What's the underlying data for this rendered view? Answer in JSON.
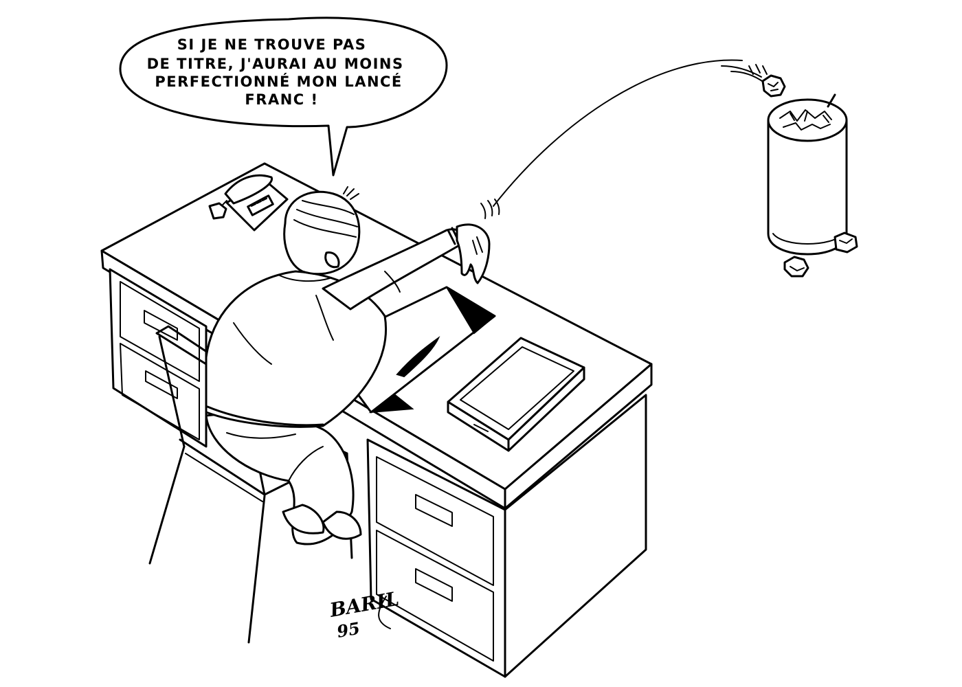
{
  "speech_bubble": {
    "lines": [
      "SI JE NE TROUVE PAS",
      "DE TITRE, J'AURAI AU MOINS",
      "PERFECTIONNÉ MON LANCÉ",
      "FRANC !"
    ]
  },
  "signature": {
    "name": "BARIL",
    "year": "95"
  },
  "colors": {
    "ink": "#000000",
    "paper": "#ffffff"
  }
}
